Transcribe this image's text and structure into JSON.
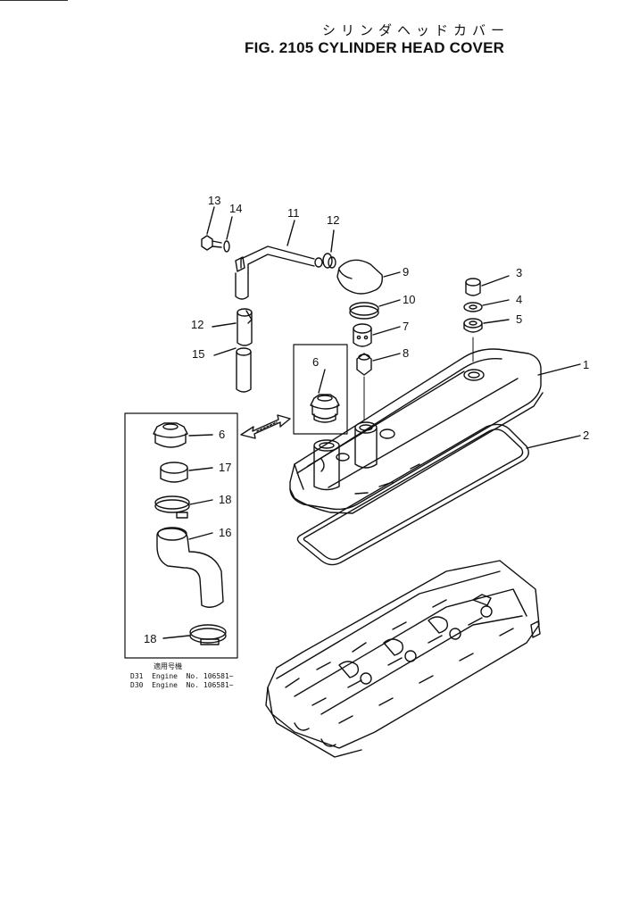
{
  "header": {
    "title_jp": "シリンダヘッドカバー",
    "title_en": "FIG. 2105  CYLINDER HEAD COVER"
  },
  "callouts": {
    "c1": "1",
    "c2": "2",
    "c3": "3",
    "c4": "4",
    "c5": "5",
    "c6a": "6",
    "c6b": "6",
    "c7": "7",
    "c8": "8",
    "c9": "9",
    "c10": "10",
    "c11": "11",
    "c12a": "12",
    "c12b": "12",
    "c13": "13",
    "c14": "14",
    "c15": "15",
    "c16": "16",
    "c17": "17",
    "c18a": "18",
    "c18b": "18"
  },
  "serial_note": {
    "heading": "適用号機",
    "rows": [
      "D31  Engine  No. 106581~",
      "D30  Engine  No. 106581~"
    ]
  }
}
